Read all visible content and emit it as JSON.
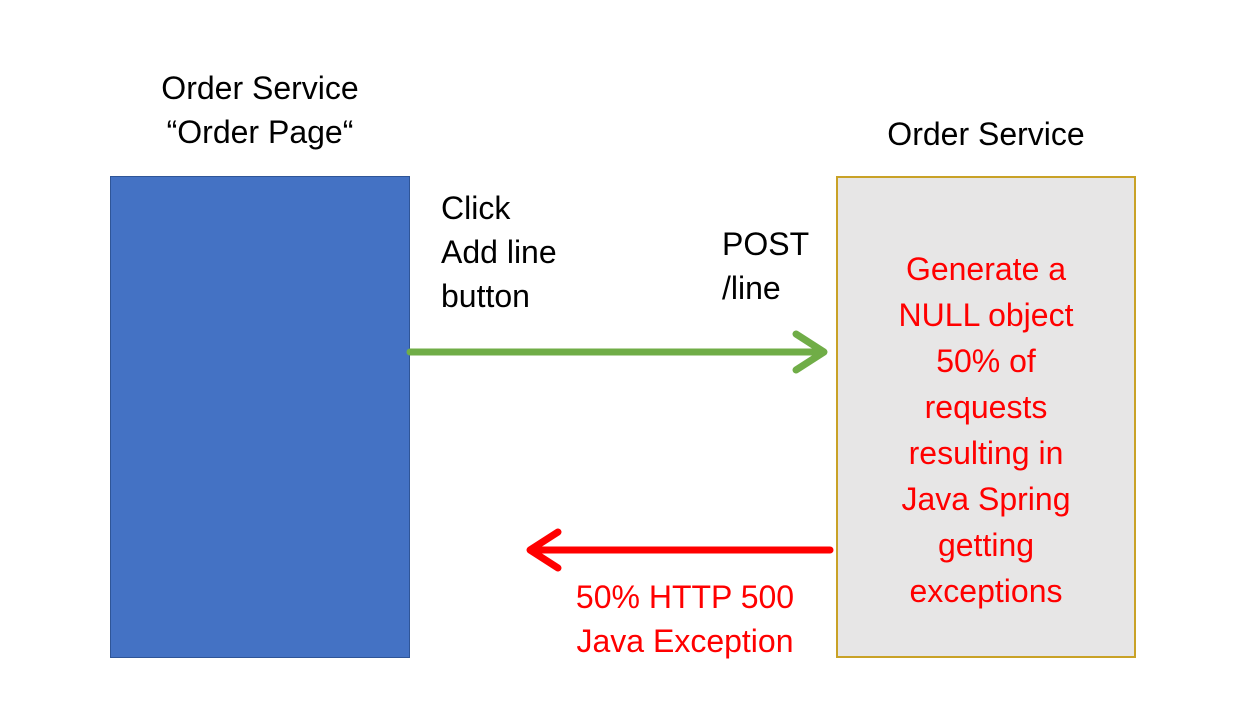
{
  "left": {
    "title_line1": "Order Service",
    "title_line2": "“Order Page“",
    "box_color": "#4472c4"
  },
  "right": {
    "title": "Order Service",
    "box_color": "#e7e6e6",
    "box_border": "#c9a227",
    "body_lines": [
      "Generate a",
      "NULL object",
      "50% of",
      "requests",
      "resulting in",
      "Java Spring",
      "getting",
      "exceptions"
    ]
  },
  "request": {
    "line1": "Click",
    "line2": "Add line",
    "line3": "button",
    "method": "POST",
    "path": "/line",
    "arrow_color": "#70ad47"
  },
  "response": {
    "line1": "50% HTTP 500",
    "line2": "Java Exception",
    "arrow_color": "#ff0000"
  },
  "accent_text_color": "#ff0000"
}
